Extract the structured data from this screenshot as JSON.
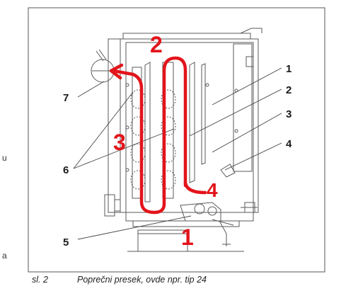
{
  "figure": {
    "callouts": {
      "c1": "1",
      "c2": "2",
      "c3": "3",
      "c4": "4",
      "c5": "5",
      "c6": "6",
      "c7": "7"
    },
    "flow_numbers": {
      "f1": "1",
      "f2": "2",
      "f3": "3",
      "f4": "4"
    },
    "flow_color": "#e3141b",
    "line_color": "#555555"
  },
  "side_text": {
    "top": "u",
    "bottom": "a"
  },
  "caption": {
    "number": "sl. 2",
    "text": "Poprečni presek, ovde npr. tip 24"
  }
}
